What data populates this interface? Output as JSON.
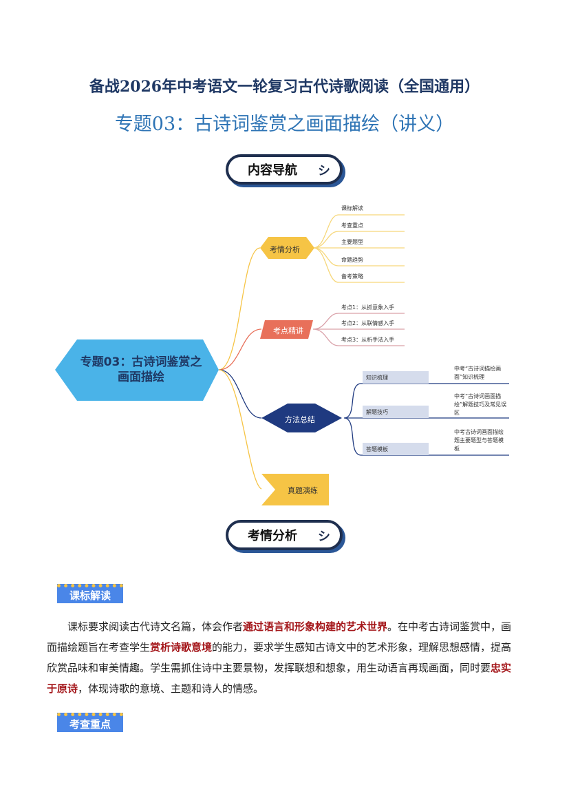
{
  "header": {
    "title": "备战2026年中考语文一轮复习古代诗歌阅读（全国通用）",
    "subtitle": "专题03：古诗词鉴赏之画面描绘（讲义）"
  },
  "nav_bubble": "内容导航",
  "analysis_bubble": "考情分析",
  "mindmap": {
    "root": "专题03：古诗词鉴赏之画面描绘",
    "branch1": {
      "label": "考情分析",
      "items": [
        "课标解读",
        "考查重点",
        "主要题型",
        "命题趋势",
        "备考策略"
      ]
    },
    "branch2": {
      "label": "考点精讲",
      "items": [
        "考点1：从抓意象入手",
        "考点2：从联情感入手",
        "考点3：从析手法入手"
      ]
    },
    "branch3": {
      "label": "方法总结",
      "items": [
        {
          "label": "知识梳理",
          "desc": "中考“古诗词描绘画面”知识梳理"
        },
        {
          "label": "解题技巧",
          "desc": "中考“古诗词画面描绘”解题技巧及常见误区"
        },
        {
          "label": "答题模板",
          "desc": "中考古诗词画面描绘题主要题型与答题模板"
        }
      ]
    },
    "branch4": {
      "label": "真题演练"
    }
  },
  "section1": {
    "label": "课标解读",
    "p1": "课标要求阅读古代诗文名篇，体会作者",
    "h1": "通过语言和形象构建的艺术世界",
    "p2": "。在中考古诗词鉴赏中，画面描绘题旨在考查学生",
    "h2": "赏析诗歌意境",
    "p3": "的能力，要求学生感知古诗文中的艺术形象，理解思想感情，提高欣赏品味和审美情趣。学生需抓住诗中主要景物，发挥联想和想象，用生动语言再现画面，同时要",
    "h3": "忠实于原诗",
    "p4": "，体现诗歌的意境、主题和诗人的情感。"
  },
  "section2": {
    "label": "考查重点"
  }
}
